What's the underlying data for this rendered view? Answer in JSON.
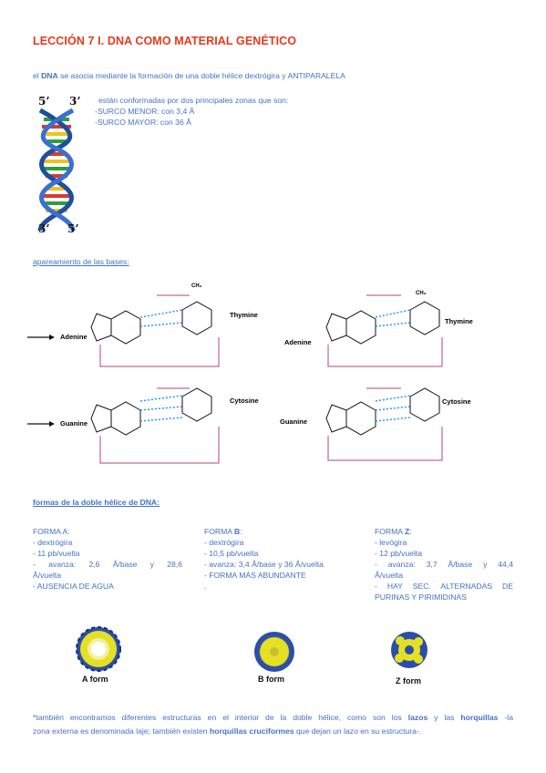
{
  "title": "LECCIÓN 7 I. DNA COMO MATERIAL GENÉTICO",
  "intro": {
    "pre": "el ",
    "dna": "DNA",
    "post": " se asocia mediante la formación de una doble hélice dextrógira y ANTIPARALELA"
  },
  "helix": {
    "top_left": "5’",
    "top_right": "3’",
    "bottom_left": "3’",
    "bottom_right": "5’",
    "lines": [
      "están conformadas por dos principales zonas que son:",
      "-SURCO MENOR: con 3,4 Å",
      "-SURCO MAYOR: con 36 Å"
    ]
  },
  "pairing": {
    "heading": "apareamiento de las bases:",
    "labels": {
      "adenine": "Adenine",
      "thymine": "Thymine",
      "guanine": "Guanine",
      "cytosine": "Cytosine",
      "ch3": "CH₃"
    }
  },
  "forms": {
    "heading": "formas de la doble hélice de DNA:",
    "a": {
      "title_pre": "FORMA ",
      "title_key": "A",
      "title_post": ":",
      "lines": [
        "- dextrógira",
        "- 11 pb/vuelta",
        "- avanza: 2,6 Å/base y 28,6",
        "Å/vuelta",
        "- AUSENCIA DE AGUA"
      ]
    },
    "b": {
      "title_pre": "FORMA ",
      "title_key": "B",
      "title_post": ":",
      "lines": [
        "- dextrógira",
        "- 10,5 pb/vuelta",
        "- avanza: 3,4 Å/base y 36 Å/vuelta",
        "- FORMA MÁS ABUNDANTE",
        "."
      ]
    },
    "z": {
      "title_pre": "FORMA ",
      "title_key": "Z",
      "title_post": ":",
      "lines": [
        "- levógira",
        "- 12 pb/vuelta",
        "- avanza: 3,7 Å/base y 44,4",
        "Å/vuelta",
        "- HAY SEC. ALTERNADAS DE",
        "PURINAS Y PIRIMIDINAS"
      ]
    }
  },
  "captions": {
    "a": "A form",
    "b": "B form",
    "z": "Z form"
  },
  "footer": {
    "p1": "*también encontramos diferentes estructuras en el interior de la doble hélice, como son los ",
    "lazos": "lazos",
    "p2": " y las ",
    "horquillas": "horquillas",
    "p3": " -la",
    "p4": "zona externa es denominada laje; también existen ",
    "cruciformes": "horquillas cruciformes",
    "p5": " que dejan un lazo en su estructura-."
  },
  "colors": {
    "title": "#e8391d",
    "text": "#4472c4",
    "hbond": "#1e90ff",
    "helix_backbone": "#1f4e9c"
  }
}
